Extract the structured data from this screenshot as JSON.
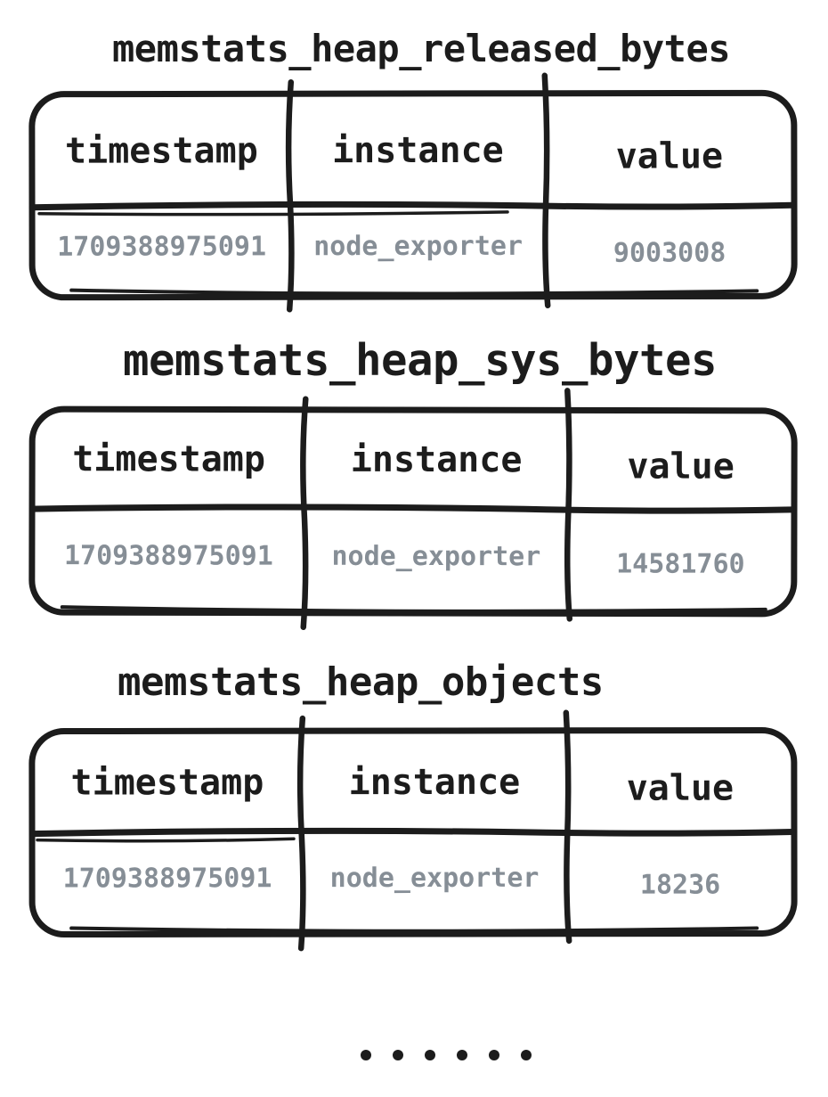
{
  "colors": {
    "ink": "#1c1c1c",
    "muted": "#868e96",
    "background": "#ffffff"
  },
  "diagram": {
    "tables": [
      {
        "title": "memstats_heap_released_bytes",
        "columns": [
          "timestamp",
          "instance",
          "value"
        ],
        "row": {
          "timestamp": "1709388975091",
          "instance": "node_exporter",
          "value": "9003008"
        }
      },
      {
        "title": "memstats_heap_sys_bytes",
        "columns": [
          "timestamp",
          "instance",
          "value"
        ],
        "row": {
          "timestamp": "1709388975091",
          "instance": "node_exporter",
          "value": "14581760"
        }
      },
      {
        "title": "memstats_heap_objects",
        "columns": [
          "timestamp",
          "instance",
          "value"
        ],
        "row": {
          "timestamp": "1709388975091",
          "instance": "node_exporter",
          "value": "18236"
        }
      }
    ],
    "ellipsis": {
      "dot_count": 6
    }
  }
}
